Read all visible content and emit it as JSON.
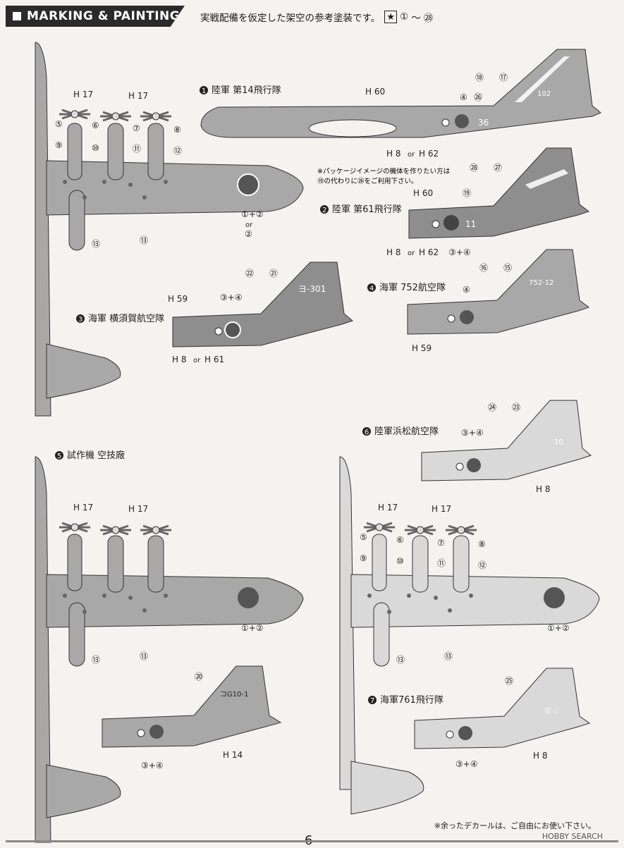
{
  "header": {
    "title": "MARKING & PAINTING"
  },
  "subtitle": {
    "text": "実戦配備を仮定した架空の参考塗装です。",
    "range_a": "①",
    "tilde": "～",
    "range_b": "㉘"
  },
  "note_package": {
    "line1": "※パッケージイメージの機体を作りたい方は",
    "line2": "⑲の代わりに㉖をご利用下さい。"
  },
  "schemes": {
    "s1": {
      "num": "1",
      "name": "陸軍 第14飛行隊",
      "tail_code": "102",
      "fuselage_code": "36"
    },
    "s2": {
      "num": "2",
      "name": "陸軍 第61飛行隊",
      "fuselage_code": "11"
    },
    "s3": {
      "num": "3",
      "name": "海軍 横須賀航空隊",
      "tail_code": "ヨ-301"
    },
    "s4": {
      "num": "4",
      "name": "海軍 752航空隊",
      "tail_code": "752-12"
    },
    "s5": {
      "num": "5",
      "name": "試作機 空技廠",
      "tail_code": "コG10-1"
    },
    "s6": {
      "num": "6",
      "name": "陸軍浜松航空隊",
      "tail_code": "10"
    },
    "s7": {
      "num": "7",
      "name": "海軍761飛行隊",
      "tail_code": "龍-1"
    }
  },
  "callouts": {
    "h17": "H 17",
    "h60": "H 60",
    "h8": "H 8",
    "h62": "H 62",
    "h59": "H 59",
    "h61": "H 61",
    "h14": "H 14",
    "or": "or",
    "c1p2": "①+②",
    "c2": "②",
    "c3p4": "③+④",
    "c4": "④",
    "c5": "⑤",
    "c6": "⑥",
    "c7": "⑦",
    "c8": "⑧",
    "c9": "⑨",
    "c10": "⑩",
    "c11": "⑪",
    "c12": "⑫",
    "c13": "⑬",
    "c15": "⑮",
    "c16": "⑯",
    "c17": "⑰",
    "c18": "⑱",
    "c19": "⑲",
    "c20": "⑳",
    "c21": "㉑",
    "c22": "㉒",
    "c23": "㉓",
    "c24": "㉔",
    "c25": "㉕",
    "c26": "㉖",
    "c27": "㉗",
    "c28": "㉘"
  },
  "footer": {
    "note": "※余ったデカールは、ご自由にお使い下さい。",
    "page": "6",
    "watermark": "HOBBY SEARCH"
  },
  "colors": {
    "dark_gray": "#8e8e8e",
    "mid_gray": "#a8a8a8",
    "light_gray": "#d9d9d9",
    "hinomaru": "#555555"
  }
}
